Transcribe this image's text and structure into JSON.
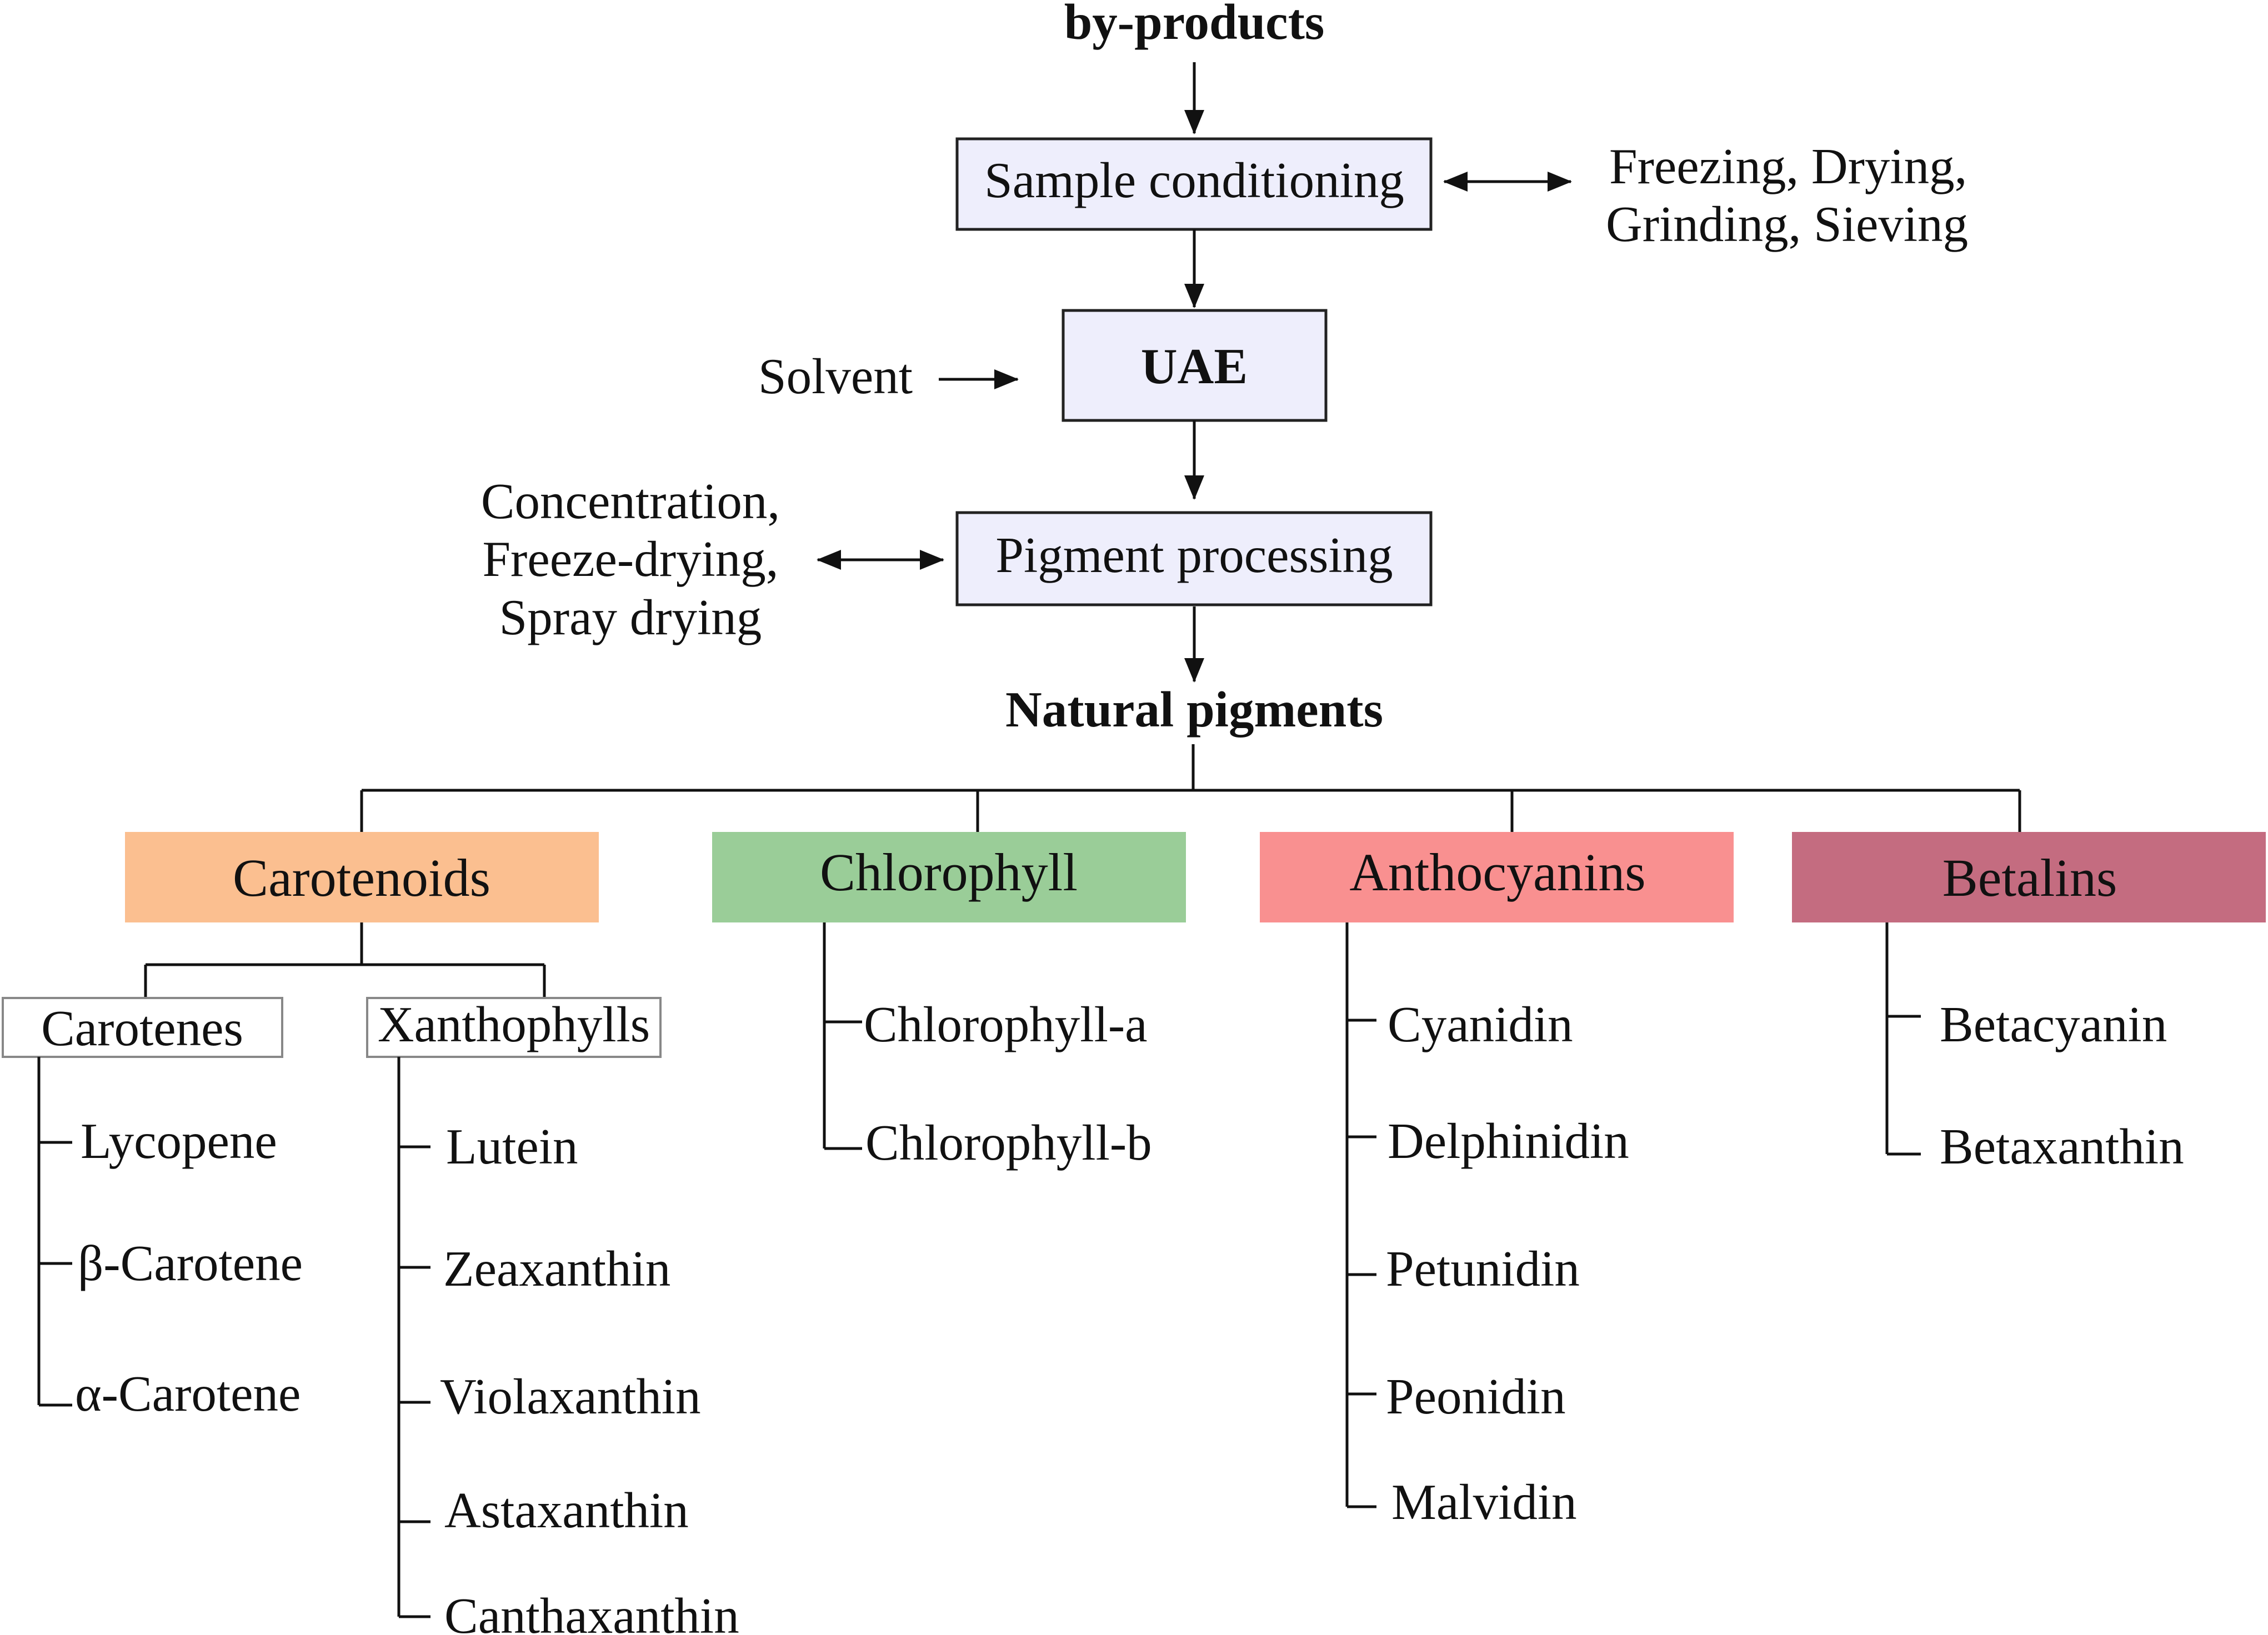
{
  "flow": {
    "source": "by-products",
    "sample_conditioning": "Sample conditioning",
    "conditioning_methods": [
      "Freezing, Drying,",
      "Grinding, Sieving"
    ],
    "uae": "UAE",
    "solvent": "Solvent",
    "pigment_processing": "Pigment processing",
    "processing_methods": [
      "Concentration,",
      "Freeze-drying,",
      "Spray drying"
    ],
    "natural_pigments": "Natural pigments"
  },
  "categories": {
    "carotenoids": {
      "label": "Carotenoids",
      "color": "#FBBF90",
      "carotenes": {
        "label": "Carotenes",
        "items": [
          "Lycopene",
          "β-Carotene",
          "α-Carotene"
        ]
      },
      "xanthophylls": {
        "label": "Xanthophylls",
        "items": [
          "Lutein",
          "Zeaxanthin",
          "Violaxanthin",
          "Astaxanthin",
          "Canthaxanthin"
        ]
      }
    },
    "chlorophyll": {
      "label": "Chlorophyll",
      "color": "#9ACD98",
      "items": [
        "Chlorophyll-a",
        "Chlorophyll-b"
      ]
    },
    "anthocyanins": {
      "label": "Anthocyanins",
      "color": "#F99090",
      "items": [
        "Cyanidin",
        "Delphinidin",
        "Petunidin",
        "Peonidin",
        "Malvidin"
      ]
    },
    "betalains": {
      "label": "Betalins",
      "color": "#C46C80",
      "items": [
        "Betacyanin",
        "Betaxanthin"
      ]
    }
  },
  "colors": {
    "process_box_fill": "#EEEEFC",
    "line": "#111111"
  }
}
